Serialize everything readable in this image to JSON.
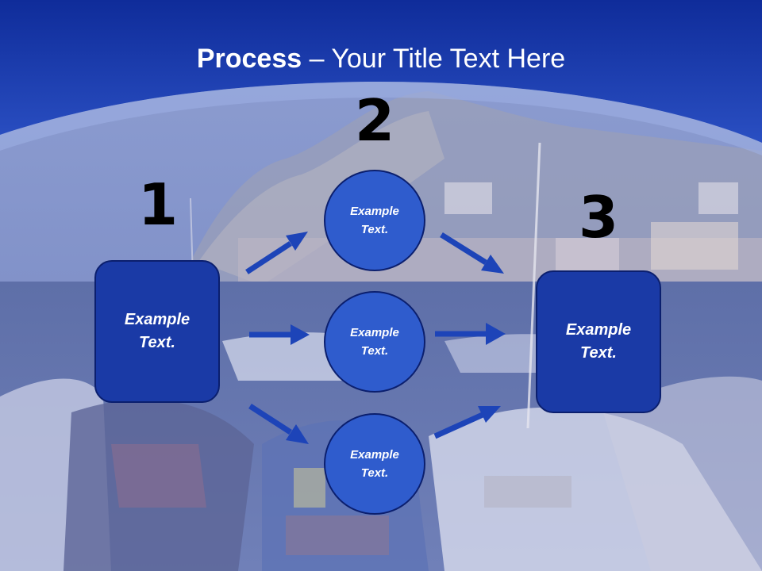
{
  "slide": {
    "title_bold": "Process",
    "title_rest": " – Your Title Text Here"
  },
  "steps": [
    {
      "number": "1",
      "text": "Example\nText."
    },
    {
      "number": "2",
      "text": "Example\nText."
    },
    {
      "number": "3",
      "text": "Example\nText."
    }
  ],
  "circles": [
    {
      "text": "Example\nText."
    },
    {
      "text": "Example\nText."
    },
    {
      "text": "Example\nText."
    }
  ],
  "colors": {
    "header": "#1537a8",
    "box_fill": "#1a3aa6",
    "circle_fill": "#2f5ccd",
    "arrow": "#1d44b8"
  }
}
